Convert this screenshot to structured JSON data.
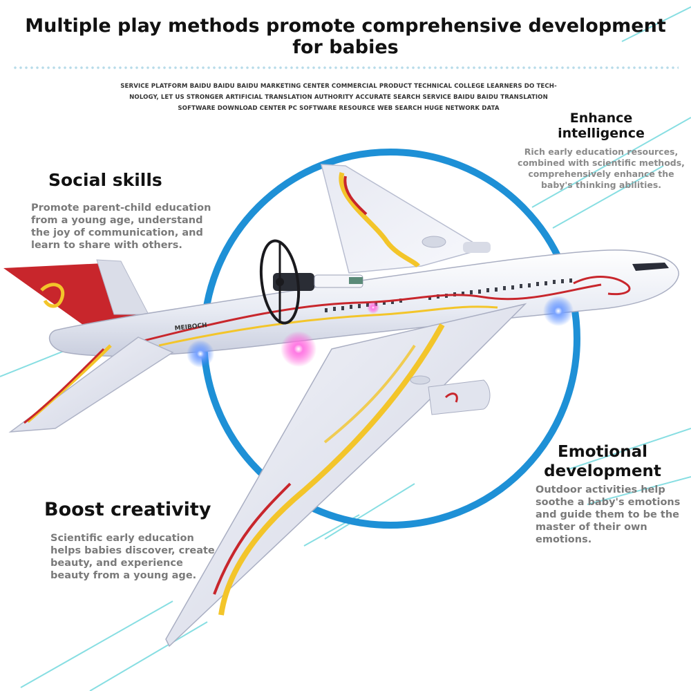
{
  "header": {
    "title_lines": [
      "Multiple play methods promote comprehensive development",
      "for babies"
    ],
    "fineprint_lines": [
      "SERVICE PLATFORM BAIDU BAIDU BAIDU MARKETING CENTER COMMERCIAL PRODUCT TECHNICAL COLLEGE LEARNERS DO TECH-",
      "NOLOGY, LET US STRONGER ARTIFICIAL TRANSLATION AUTHORITY ACCURATE SEARCH SERVICE BAIDU BAIDU TRANSLATION",
      "SOFTWARE DOWNLOAD CENTER PC SOFTWARE RESOURCE WEB SEARCH HUGE NETWORK DATA"
    ]
  },
  "features": {
    "social": {
      "title": "Social skills",
      "lines": [
        "Promote parent-child education",
        "from a young age, understand",
        "the joy of communication, and",
        "learn to share with others."
      ]
    },
    "intelligence": {
      "title_lines": [
        "Enhance",
        "intelligence"
      ],
      "lines": [
        "Rich early education resources,",
        "combined with scientific methods,",
        "comprehensively enhance the",
        "baby's thinking abilities."
      ]
    },
    "emotional": {
      "title_lines": [
        "Emotional",
        "development"
      ],
      "lines": [
        "Outdoor activities help",
        "soothe a baby's emotions",
        "and guide them to be the",
        "master of their own",
        "emotions."
      ]
    },
    "creativity": {
      "title": "Boost creativity",
      "lines": [
        "Scientific early education",
        "helps babies discover, create",
        "beauty, and experience",
        "beauty from a young age."
      ]
    }
  },
  "product": {
    "fuselage_label": "MEIBOCH",
    "colors": {
      "ring": "#1e90d6",
      "body": "#eef0f6",
      "wing": "#e3e6f0",
      "accent_red": "#c8262c",
      "accent_yellow": "#f3c52a",
      "light_pink": "#ff3cd0",
      "light_blue": "#3a7bff",
      "streak": "#5fd3d9"
    }
  }
}
